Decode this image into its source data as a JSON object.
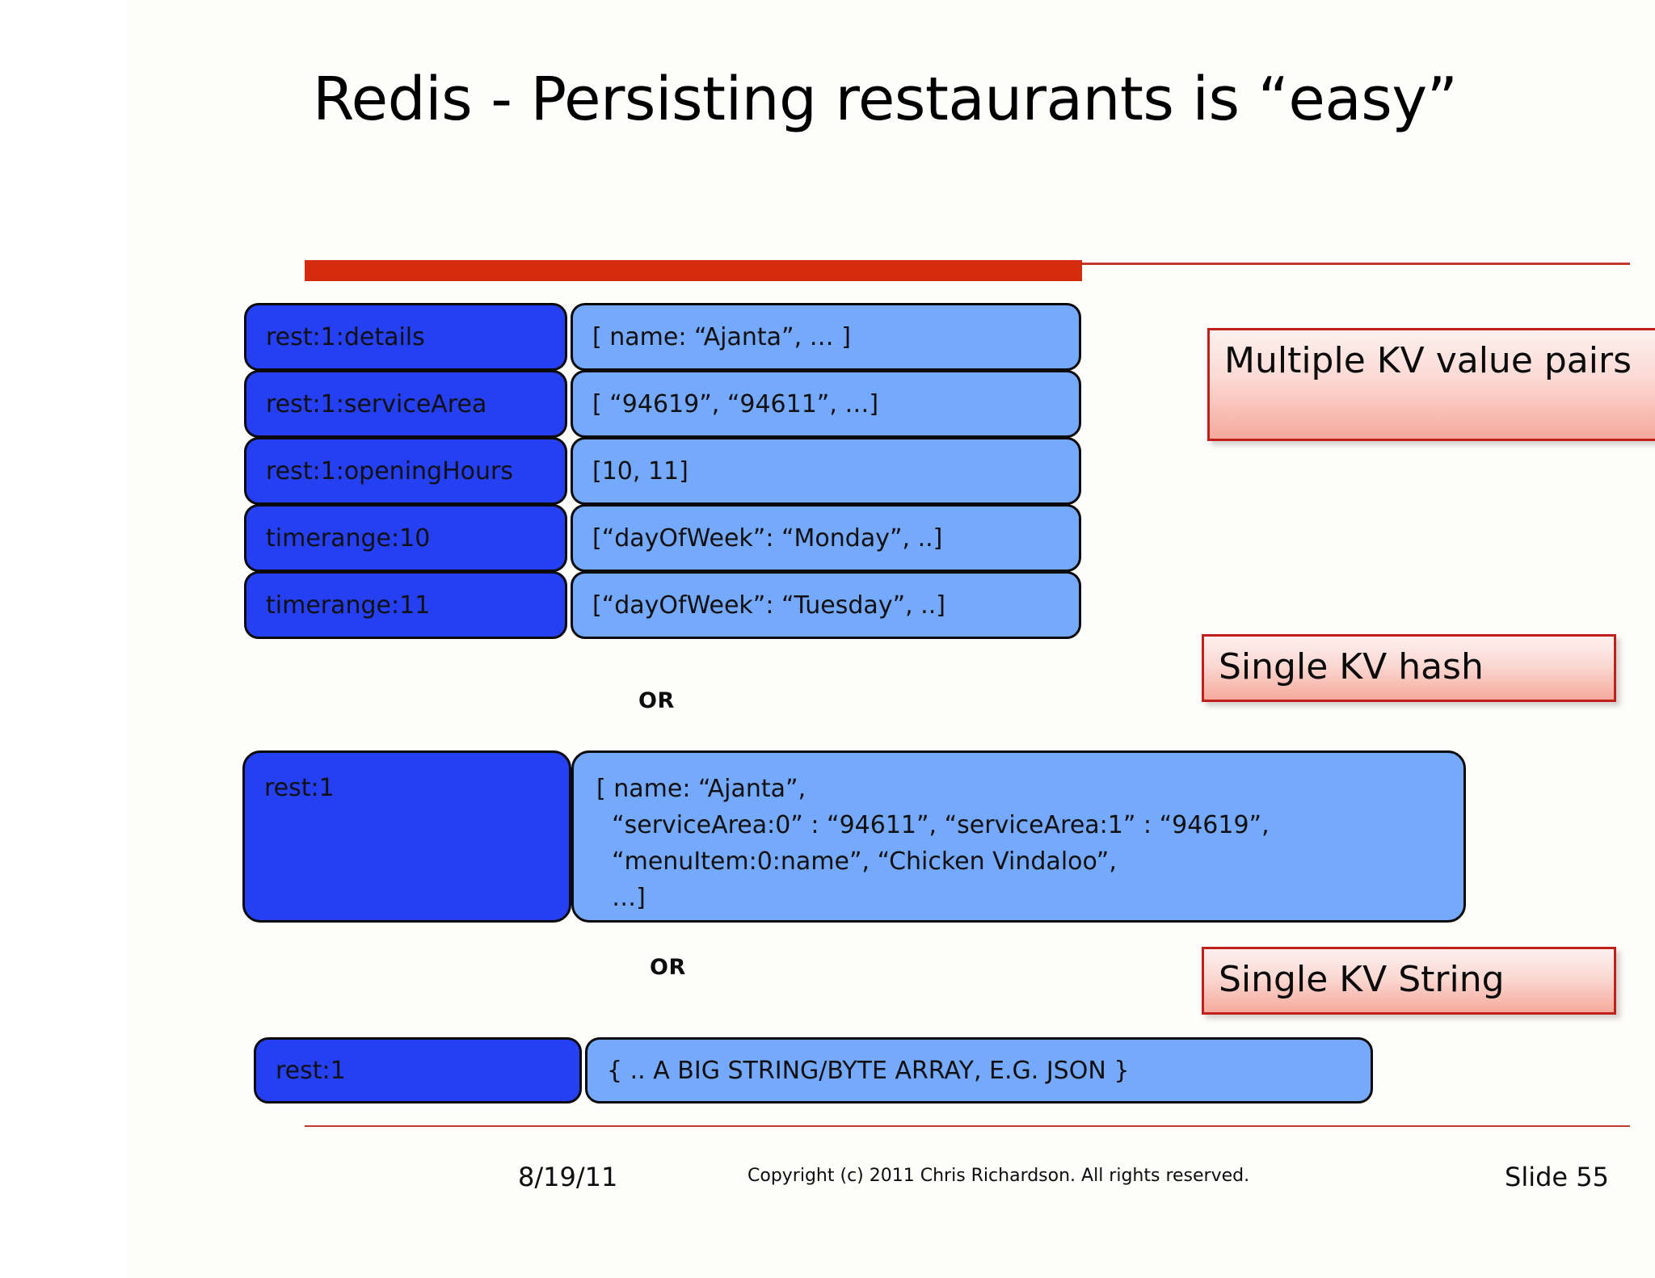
{
  "slide": {
    "title": "Redis - Persisting restaurants is “easy”",
    "accent_red": "#d42b0c",
    "rule_red": "#c0392b",
    "key_blue": "#2540f2",
    "value_blue": "#74a9fc",
    "callout_border": "#c0201a"
  },
  "kv_table": {
    "rows": [
      {
        "key": "rest:1:details",
        "value": "[ name: “Ajanta”, … ]"
      },
      {
        "key": "rest:1:serviceArea",
        "value": "[ “94619”, “94611”, …]"
      },
      {
        "key": "rest:1:openingHours",
        "value": "[10, 11]"
      },
      {
        "key": "timerange:10",
        "value": "[“dayOfWeek”: “Monday”, ..]"
      },
      {
        "key": "timerange:11",
        "value": "[“dayOfWeek”: “Tuesday”, ..]"
      }
    ]
  },
  "separators": {
    "or_1": "OR",
    "or_2": "OR"
  },
  "hash_block": {
    "key": "rest:1",
    "value_lines": [
      "[ name: “Ajanta”,",
      "  “serviceArea:0” : “94611”, “serviceArea:1” : “94619”,",
      "  “menuItem:0:name”, “Chicken Vindaloo”,",
      "  …]"
    ]
  },
  "string_block": {
    "key": "rest:1",
    "value": "{ .. A BIG STRING/BYTE ARRAY, E.G. JSON }"
  },
  "callouts": [
    {
      "label": "Multiple KV value pairs"
    },
    {
      "label": "Single KV hash"
    },
    {
      "label": "Single KV String"
    }
  ],
  "footer": {
    "date": "8/19/11",
    "copyright": "Copyright (c)  2011 Chris Richardson. All rights reserved.",
    "slide_number": "Slide 55"
  }
}
